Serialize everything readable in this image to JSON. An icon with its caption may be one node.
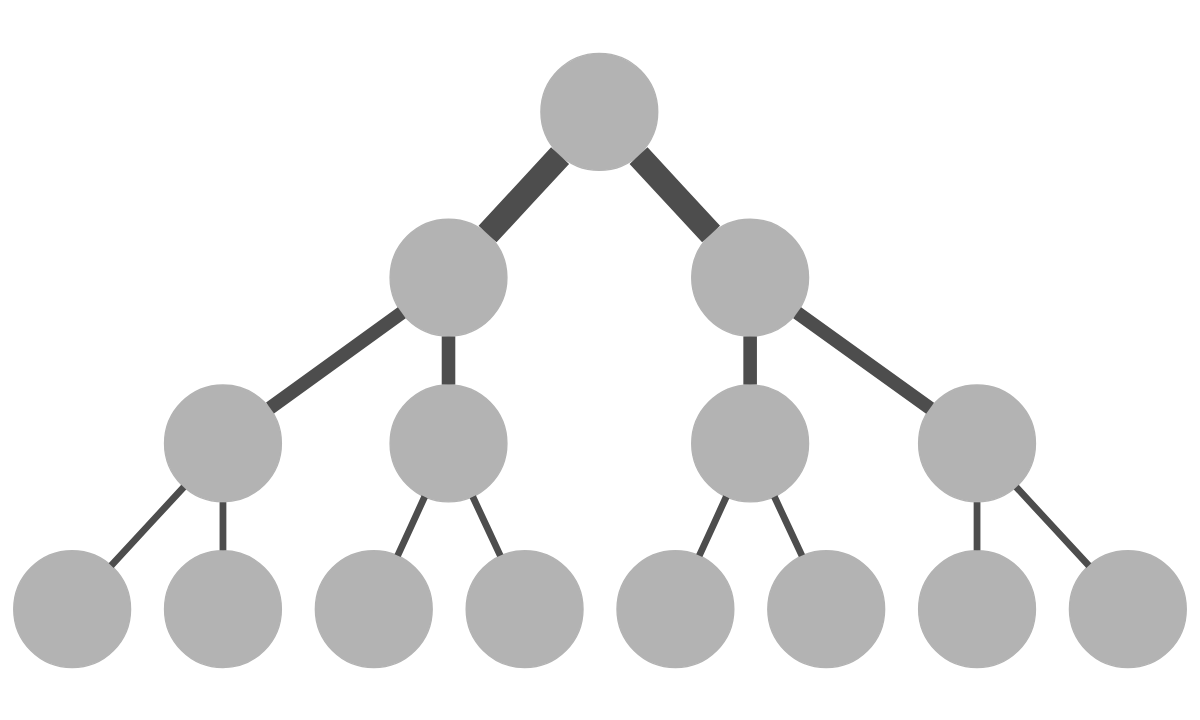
{
  "diagram": {
    "nodes": [
      {
        "text": [],
        "shape": "circle"
      },
      {
        "text": [],
        "shape": "circle"
      },
      {
        "text": [],
        "shape": "circle"
      },
      {
        "text": [],
        "shape": "circle"
      },
      {
        "text": [],
        "shape": "circle"
      },
      {
        "text": [],
        "shape": "circle"
      },
      {
        "text": [],
        "shape": "circle"
      },
      {
        "text": [],
        "shape": "circle"
      },
      {
        "text": [],
        "shape": "circle"
      },
      {
        "text": [],
        "shape": "circle"
      },
      {
        "text": [],
        "shape": "circle"
      },
      {
        "text": [],
        "shape": "circle"
      },
      {
        "text": [],
        "shape": "circle"
      },
      {
        "text": [],
        "shape": "circle"
      },
      {
        "text": [],
        "shape": "circle"
      }
    ],
    "edges": [
      {
        "from": 0,
        "to": 1,
        "arrow": "none",
        "style": "thick"
      },
      {
        "from": 0,
        "to": 2,
        "arrow": "none",
        "style": "thick"
      },
      {
        "from": 1,
        "to": 3,
        "arrow": "none",
        "style": "thick"
      },
      {
        "from": 1,
        "to": 4,
        "arrow": "none",
        "style": "thick"
      },
      {
        "from": 2,
        "to": 5,
        "arrow": "none",
        "style": "thick"
      },
      {
        "from": 2,
        "to": 6,
        "arrow": "none",
        "style": "thick"
      },
      {
        "from": 3,
        "to": 7,
        "arrow": "none"
      },
      {
        "from": 3,
        "to": 8,
        "arrow": "none"
      },
      {
        "from": 4,
        "to": 9,
        "arrow": "none"
      },
      {
        "from": 4,
        "to": 10,
        "arrow": "none"
      },
      {
        "from": 5,
        "to": 11,
        "arrow": "none"
      },
      {
        "from": 5,
        "to": 12,
        "arrow": "none"
      },
      {
        "from": 6,
        "to": 13,
        "arrow": "none"
      },
      {
        "from": 6,
        "to": 14,
        "arrow": "none"
      }
    ]
  }
}
